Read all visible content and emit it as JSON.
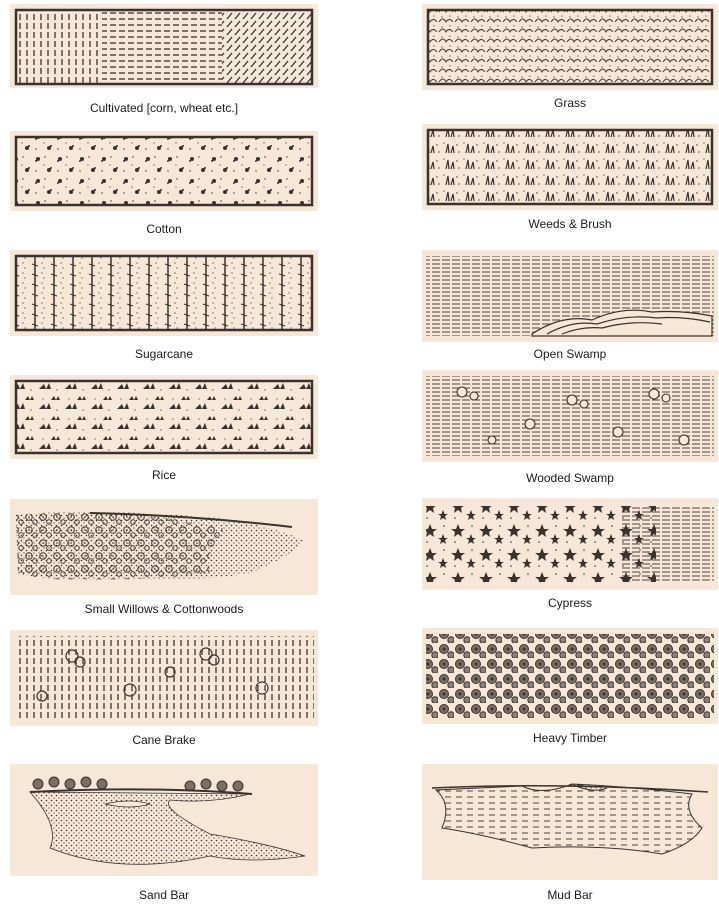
{
  "legend": {
    "left": [
      {
        "id": "cultivated",
        "label": "Cultivated [corn, wheat etc.]"
      },
      {
        "id": "cotton",
        "label": "Cotton"
      },
      {
        "id": "sugarcane",
        "label": "Sugarcane"
      },
      {
        "id": "rice",
        "label": "Rice"
      },
      {
        "id": "small-willows",
        "label": "Small Willows & Cottonwoods"
      },
      {
        "id": "cane-brake",
        "label": "Cane Brake"
      },
      {
        "id": "sand-bar",
        "label": "Sand Bar"
      }
    ],
    "right": [
      {
        "id": "grass",
        "label": "Grass"
      },
      {
        "id": "weeds-brush",
        "label": "Weeds & Brush"
      },
      {
        "id": "open-swamp",
        "label": "Open Swamp"
      },
      {
        "id": "wooded-swamp",
        "label": "Wooded Swamp"
      },
      {
        "id": "cypress",
        "label": "Cypress"
      },
      {
        "id": "heavy-timber",
        "label": "Heavy Timber"
      },
      {
        "id": "mud-bar",
        "label": "Mud Bar"
      }
    ]
  },
  "colors": {
    "paper": "#f6e7d6",
    "ink": "#3a322c"
  }
}
